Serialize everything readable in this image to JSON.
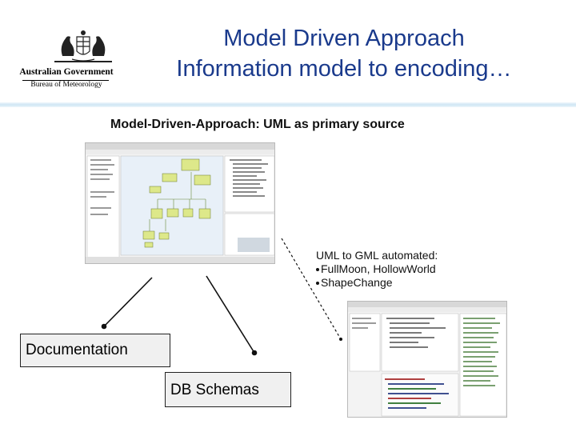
{
  "header": {
    "title_line1": "Model Driven Approach",
    "title_line2": "Information model to encoding…",
    "logo": {
      "org_line1": "Australian Government",
      "org_line2": "Bureau of Meteorology",
      "icon": "coat-of-arms-icon"
    }
  },
  "subheading": "Model-Driven-Approach: UML as primary source",
  "annotation": {
    "heading": "UML to GML automated:",
    "bullets": [
      "FullMoon, HollowWorld",
      "ShapeChange"
    ]
  },
  "outputs": {
    "documentation_label": "Documentation",
    "db_schemas_label": "DB Schemas"
  },
  "colors": {
    "title": "#1a3a8c",
    "band": "#cfe6f4",
    "box_bg": "#f0f0f0"
  }
}
